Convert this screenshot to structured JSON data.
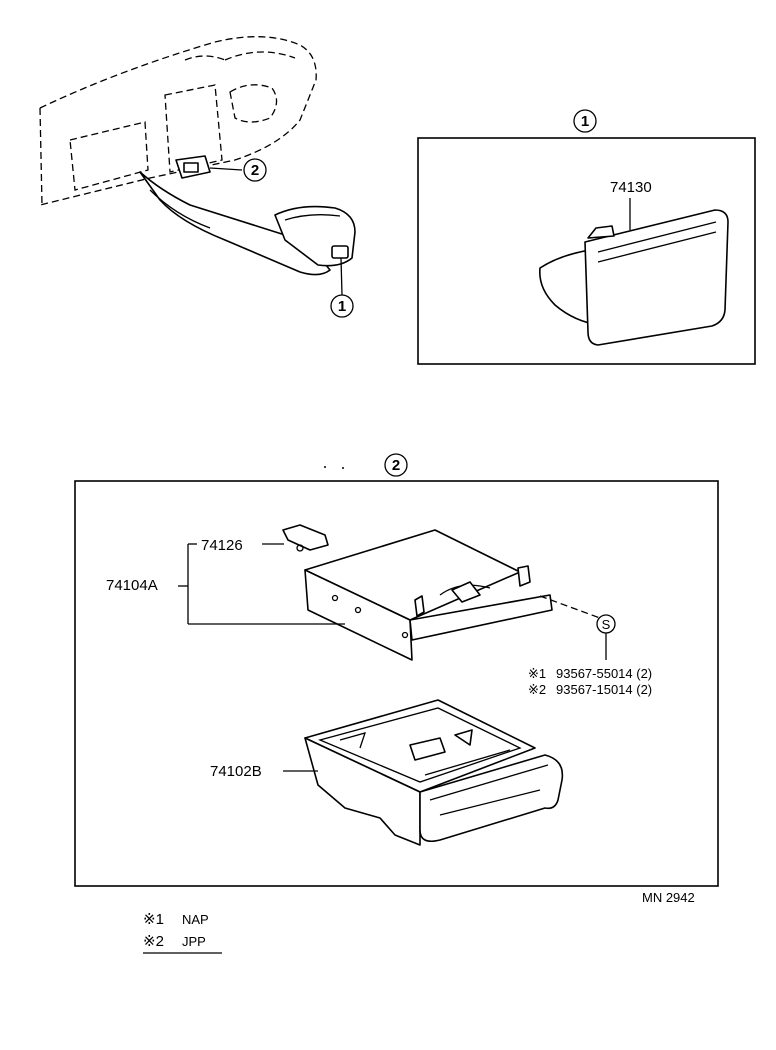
{
  "callouts": {
    "one": "1",
    "two": "2",
    "s": "S"
  },
  "parts": {
    "p74130": "74130",
    "p74126": "74126",
    "p74104A": "74104A",
    "p74102B": "74102B"
  },
  "screws": {
    "line1_mark": "※1",
    "line1_text": "93567-55014 (2)",
    "line2_mark": "※2",
    "line2_text": "93567-15014 (2)"
  },
  "legend": {
    "row1_mark": "※1",
    "row1_text": "NAP",
    "row2_mark": "※2",
    "row2_text": "JPP"
  },
  "diagram_code": "MN  2942"
}
